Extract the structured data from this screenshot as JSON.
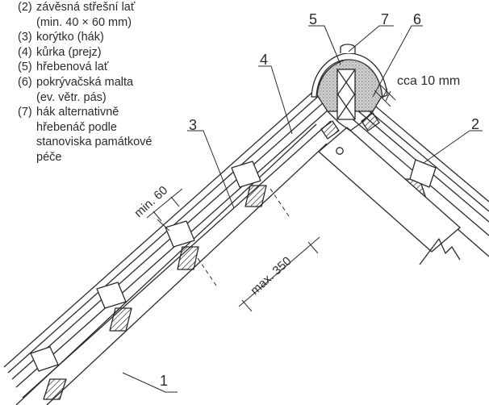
{
  "legend": [
    {
      "num": "(2)",
      "text": "závěsná střešní lať\n(min. 40 × 60 mm)"
    },
    {
      "num": "(3)",
      "text": "korýtko (hák)"
    },
    {
      "num": "(4)",
      "text": "kůrka (prejz)"
    },
    {
      "num": "(5)",
      "text": "hřebenová lať"
    },
    {
      "num": "(6)",
      "text": "pokrývačská malta\n(ev. větr. pás)"
    },
    {
      "num": "(7)",
      "text": "hák alternativně\nhřebenáč podle\nstanoviska památkové\npéče"
    }
  ],
  "callouts": {
    "n1": "1",
    "n2": "2",
    "n3": "3",
    "n4": "4",
    "n5": "5",
    "n6": "6",
    "n7": "7"
  },
  "dimensions": {
    "gap": "cca 10 mm",
    "min_spacing": "min. 60",
    "max_spacing": "max. 350"
  },
  "colors": {
    "line": "#2b2b2b",
    "mortar": "#bdbdbd"
  }
}
